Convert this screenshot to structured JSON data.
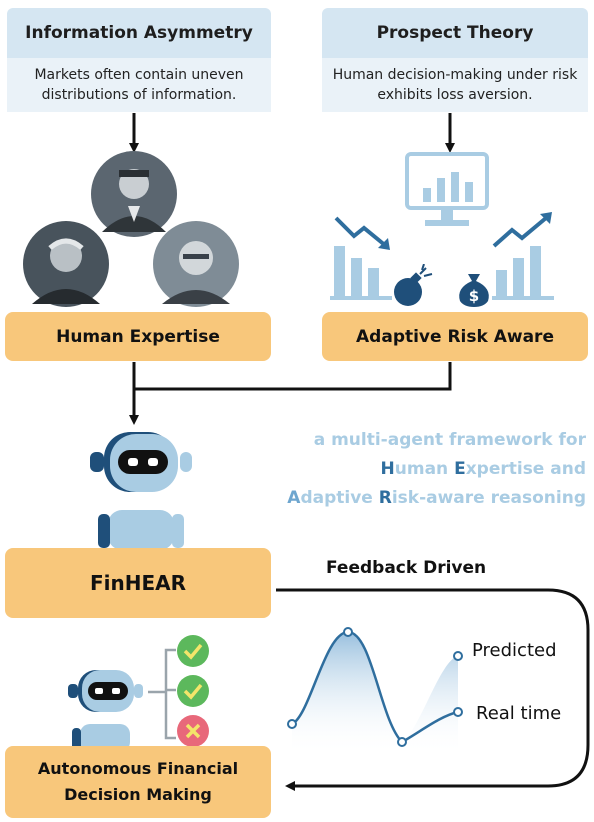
{
  "info_asymmetry": {
    "title": "Information Asymmetry",
    "description": "Markets often contain uneven distributions of information."
  },
  "prospect_theory": {
    "title": "Prospect Theory",
    "description": "Human decision-making under risk exhibits loss aversion."
  },
  "human_expertise": {
    "label": "Human Expertise"
  },
  "adaptive_risk": {
    "label": "Adaptive Risk Aware"
  },
  "tagline": {
    "line1": "a multi-agent framework for",
    "line2_h": "H",
    "line2_rest1": "uman ",
    "line2_e": "E",
    "line2_rest2": "xpertise and",
    "line3_a": "A",
    "line3_rest1": "daptive ",
    "line3_r": "R",
    "line3_rest2": "isk-aware reasoning"
  },
  "finhear": {
    "label": "FinHEAR"
  },
  "feedback": {
    "label": "Feedback Driven"
  },
  "chart": {
    "predicted_label": "Predicted",
    "realtime_label": "Real time"
  },
  "decision": {
    "line1": "Autonomous Financial",
    "line2": "Decision Making"
  },
  "colors": {
    "header_bg": "#d5e6f2",
    "desc_bg": "#eaf2f8",
    "orange": "#f8c77b",
    "accent_blue": "#2f6e9e",
    "light_blue": "#a9cce3",
    "check_green": "#5cb85c",
    "cross_red": "#e8687a"
  },
  "icons": [
    "portrait-icon",
    "monitor-chart-icon",
    "bomb-icon",
    "money-bag-icon",
    "robot-icon",
    "check-icon",
    "cross-icon"
  ]
}
